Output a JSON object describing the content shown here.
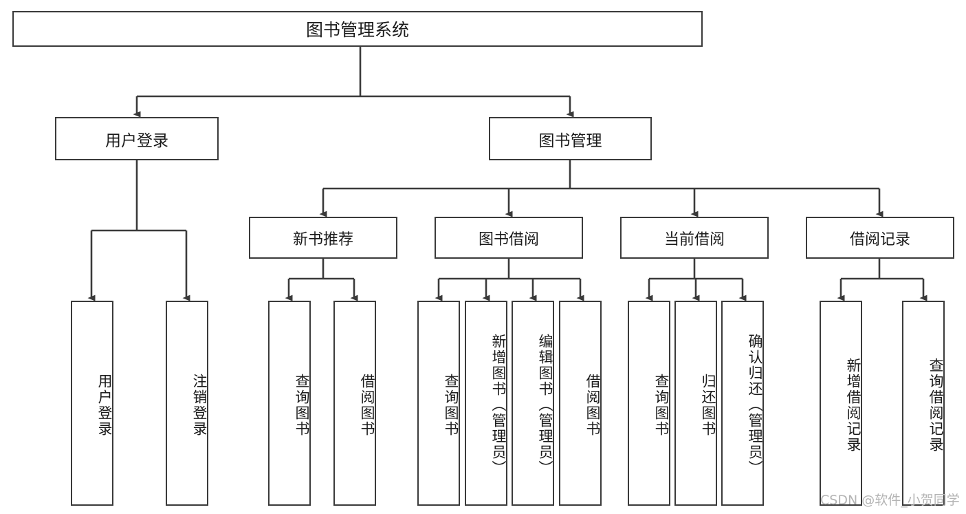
{
  "diagram": {
    "title": "图书管理系统",
    "type": "tree",
    "orientation": "top-down",
    "colors": {
      "box_border": "#3a3a3a",
      "box_fill": "#ffffff",
      "connector": "#3a3a3a",
      "text": "#1b1b1b",
      "watermark": "#b4b4b4",
      "background": "#ffffff"
    },
    "nodes": {
      "root": {
        "label": "图书管理系统",
        "level": 0
      },
      "level1": [
        {
          "id": "user-login",
          "label": "用户登录"
        },
        {
          "id": "book-manage",
          "label": "图书管理"
        }
      ],
      "level2": [
        {
          "id": "new-book-recommend",
          "label": "新书推荐",
          "parent": "book-manage"
        },
        {
          "id": "book-borrow",
          "label": "图书借阅",
          "parent": "book-manage"
        },
        {
          "id": "current-borrow",
          "label": "当前借阅",
          "parent": "book-manage"
        },
        {
          "id": "borrow-record",
          "label": "借阅记录",
          "parent": "book-manage"
        }
      ],
      "leaves": [
        {
          "id": "leaf-user-login",
          "label": "用户登录",
          "parent": "user-login"
        },
        {
          "id": "leaf-logout",
          "label": "注销登录",
          "parent": "user-login"
        },
        {
          "id": "leaf-query-book-1",
          "label": "查询图书",
          "parent": "new-book-recommend"
        },
        {
          "id": "leaf-borrow-book-1",
          "label": "借阅图书",
          "parent": "new-book-recommend"
        },
        {
          "id": "leaf-query-book-2",
          "label": "查询图书",
          "parent": "book-borrow"
        },
        {
          "id": "leaf-add-book",
          "label": "新增图书（管理员）",
          "parent": "book-borrow"
        },
        {
          "id": "leaf-edit-book",
          "label": "编辑图书（管理员）",
          "parent": "book-borrow"
        },
        {
          "id": "leaf-borrow-book-2",
          "label": "借阅图书",
          "parent": "book-borrow"
        },
        {
          "id": "leaf-query-book-3",
          "label": "查询图书",
          "parent": "current-borrow"
        },
        {
          "id": "leaf-return-book",
          "label": "归还图书",
          "parent": "current-borrow"
        },
        {
          "id": "leaf-confirm-return",
          "label": "确认归还（管理员）",
          "parent": "current-borrow"
        },
        {
          "id": "leaf-add-record",
          "label": "新增借阅记录",
          "parent": "borrow-record"
        },
        {
          "id": "leaf-query-record",
          "label": "查询借阅记录",
          "parent": "borrow-record"
        }
      ]
    },
    "watermark": "CSDN @软件_小贺同学"
  }
}
